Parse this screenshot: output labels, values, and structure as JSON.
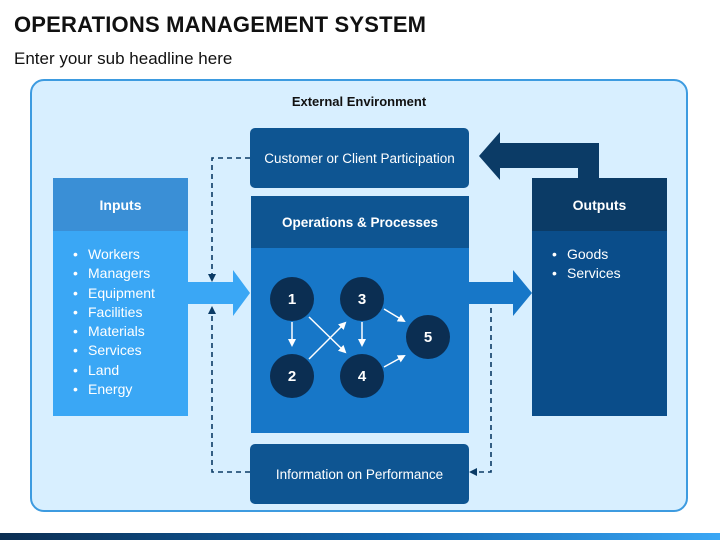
{
  "header": {
    "title": "OPERATIONS MANAGEMENT SYSTEM",
    "subtitle": "Enter your sub headline here"
  },
  "environment": {
    "label": "External Environment"
  },
  "inputs": {
    "heading": "Inputs",
    "items": [
      "Workers",
      "Managers",
      "Equipment",
      "Facilities",
      "Materials",
      "Services",
      "Land",
      "Energy"
    ]
  },
  "outputs": {
    "heading": "Outputs",
    "items": [
      "Goods",
      "Services"
    ]
  },
  "customer": {
    "label": "Customer or Client Participation"
  },
  "operations": {
    "heading": "Operations & Processes"
  },
  "information": {
    "label": "Information on Performance"
  },
  "process_nodes": [
    "1",
    "2",
    "3",
    "4",
    "5"
  ],
  "colors": {
    "env_fill": "#d8efff",
    "env_border": "#3d9be0",
    "inputs": "#3aa7f5",
    "outputs": "#0a4d8a",
    "operations": "#1777c8",
    "dark_box": "#0e5592",
    "node": "#0b2e52"
  }
}
